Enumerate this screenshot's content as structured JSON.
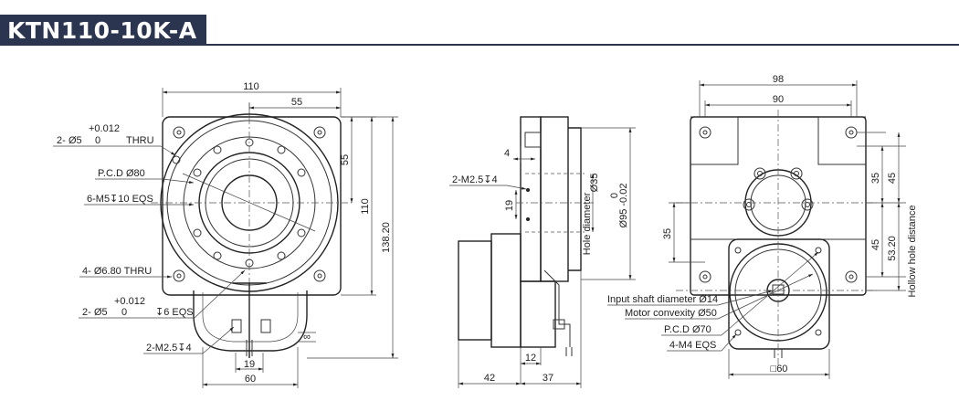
{
  "title": "KTN110-10K-A",
  "front": {
    "dim_110_top": "110",
    "dim_55_top": "55",
    "dim_55_right": "55",
    "dim_110_right": "110",
    "dim_138": "138.20",
    "dim_19": "19",
    "dim_60": "60",
    "thru_prefix": "2-",
    "thru_sym": "Ø5",
    "thru_tol_upper": "+0.012",
    "thru_tol_lower": "0",
    "thru_suffix": "THRU",
    "pcd": "P.C.D Ø80",
    "m5": "6-M5↧10 EQS",
    "thru680": "4- Ø6.80 THRU",
    "eqs_prefix": "2-",
    "eqs_sym": "Ø5",
    "eqs_tol_upper": "+0.012",
    "eqs_tol_lower": "0",
    "eqs_suffix": "↧6 EQS",
    "m25": "2-M2.5↧4",
    "inf": "∞"
  },
  "side": {
    "dim_4": "4",
    "m25": "2-M2.5↧4",
    "dim_19": "19",
    "dim_35": "Ø35",
    "hole_diameter": "Hole diameter",
    "dim_95_zero": "0",
    "dim_95": "Ø95 -0.02",
    "dim_12": "12",
    "dim_42": "42",
    "dim_37": "37"
  },
  "rear": {
    "dim_98": "98",
    "dim_90": "90",
    "dim_35a": "35",
    "dim_45a": "45",
    "dim_35b": "35",
    "dim_45b": "45",
    "dim_53": "53.20",
    "hollow": "Hollow hole distance",
    "input_shaft": "Input shaft diameter Ø14",
    "motor_convexity": "Motor convexity Ø50",
    "pcd70": "P.C.D Ø70",
    "m4": "4-M4 EQS",
    "sq60": "□60"
  }
}
